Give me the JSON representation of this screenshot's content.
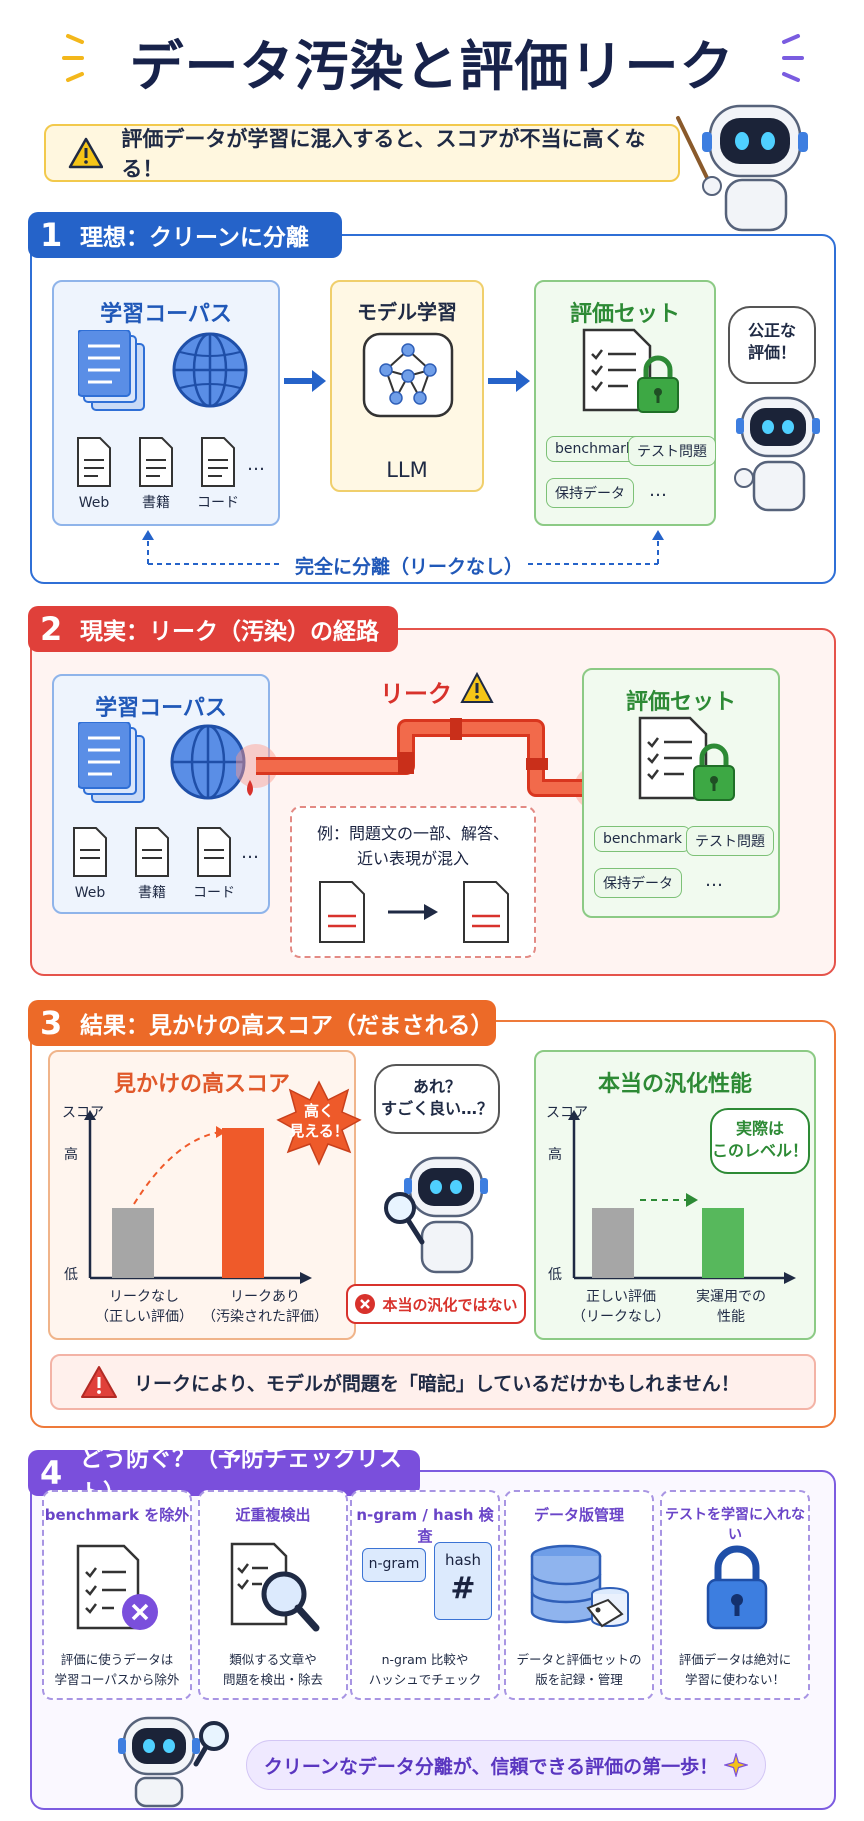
{
  "title": "データ汚染と評価リーク",
  "warning": "評価データが学習に混入すると、スコアが不当に高くなる！",
  "s1": {
    "num": "1",
    "heading": "理想：クリーンに分離",
    "corpus_title": "学習コーパス",
    "corpus_items": [
      "Web",
      "書籍",
      "コード"
    ],
    "ellipsis": "…",
    "model_title": "モデル学習",
    "model_label": "LLM",
    "eval_title": "評価セット",
    "eval_tags": [
      "benchmark",
      "テスト問題",
      "保持データ"
    ],
    "separation": "完全に分離（リークなし）",
    "bubble": [
      "公正な",
      "評価！"
    ]
  },
  "s2": {
    "num": "2",
    "heading": "現実：リーク（汚染）の経路",
    "corpus_title": "学習コーパス",
    "corpus_items": [
      "Web",
      "書籍",
      "コード"
    ],
    "ellipsis": "…",
    "leak_label": "リーク",
    "example": [
      "例：問題文の一部、解答、",
      "近い表現が混入"
    ],
    "eval_title": "評価セット",
    "eval_tags": [
      "benchmark",
      "テスト問題",
      "保持データ"
    ]
  },
  "s3": {
    "num": "3",
    "heading": "結果：見かけの高スコア（だまされる）",
    "left_title": "見かけの高スコア",
    "axis_y": "スコア",
    "axis_high": "高",
    "axis_low": "低",
    "left_cats": [
      [
        "リークなし",
        "（正しい評価）"
      ],
      [
        "リークあり",
        "（汚染された評価）"
      ]
    ],
    "burst": [
      "高く",
      "見える！"
    ],
    "bubble": [
      "あれ？",
      "すごく良い…？"
    ],
    "not_general": "本当の汎化ではない",
    "right_title": "本当の汎化性能",
    "right_cats": [
      [
        "正しい評価",
        "（リークなし）"
      ],
      [
        "実運用での",
        "性能"
      ]
    ],
    "right_bubble": [
      "実際は",
      "このレベル！"
    ],
    "alert": "リークにより、モデルが問題を「暗記」しているだけかもしれません！",
    "colors": {
      "gray": "#a6a6a6",
      "orange": "#ef5a2a",
      "green": "#57b85c"
    }
  },
  "s4": {
    "num": "4",
    "heading": "どう防ぐ？（予防チェックリスト）",
    "cards": [
      {
        "title": "benchmark を除外",
        "desc": [
          "評価に使うデータは",
          "学習コーパスから除外"
        ]
      },
      {
        "title": "近重複検出",
        "desc": [
          "類似する文章や",
          "問題を検出・除去"
        ]
      },
      {
        "title": "n-gram / hash 検査",
        "desc": [
          "n-gram 比較や",
          "ハッシュでチェック"
        ]
      },
      {
        "title": "データ版管理",
        "desc": [
          "データと評価セットの",
          "版を記録・管理"
        ]
      },
      {
        "title": "テストを学習に入れない",
        "desc": [
          "評価データは絶対に",
          "学習に使わない！"
        ]
      }
    ],
    "ngram_label": "n-gram",
    "hash_label": "hash",
    "hash_symbol": "#",
    "footer": "クリーンなデータ分離が、信頼できる評価の第一歩！"
  }
}
